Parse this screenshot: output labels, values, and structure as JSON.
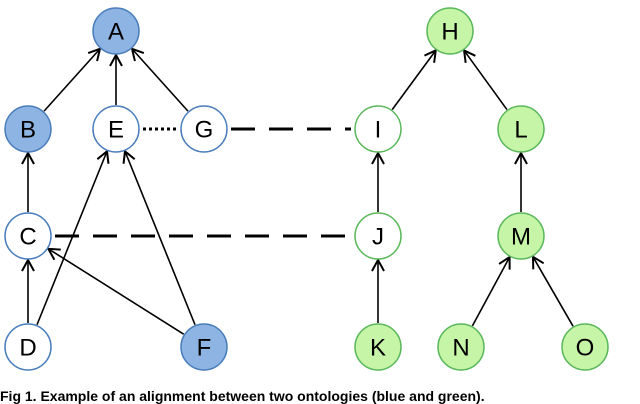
{
  "diagram": {
    "nodes": {
      "A": {
        "label": "A",
        "group": "blue",
        "filled": true
      },
      "B": {
        "label": "B",
        "group": "blue",
        "filled": true
      },
      "C": {
        "label": "C",
        "group": "blue",
        "filled": false
      },
      "D": {
        "label": "D",
        "group": "blue",
        "filled": false
      },
      "E": {
        "label": "E",
        "group": "blue",
        "filled": false
      },
      "F": {
        "label": "F",
        "group": "blue",
        "filled": true
      },
      "G": {
        "label": "G",
        "group": "blue",
        "filled": false
      },
      "H": {
        "label": "H",
        "group": "green",
        "filled": true
      },
      "I": {
        "label": "I",
        "group": "green",
        "filled": false
      },
      "J": {
        "label": "J",
        "group": "green",
        "filled": false
      },
      "K": {
        "label": "K",
        "group": "green",
        "filled": true
      },
      "L": {
        "label": "L",
        "group": "green",
        "filled": true
      },
      "M": {
        "label": "M",
        "group": "green",
        "filled": true
      },
      "N": {
        "label": "N",
        "group": "green",
        "filled": true
      },
      "O": {
        "label": "O",
        "group": "green",
        "filled": true
      }
    },
    "edges": [
      {
        "from": "B",
        "to": "A"
      },
      {
        "from": "E",
        "to": "A"
      },
      {
        "from": "G",
        "to": "A"
      },
      {
        "from": "C",
        "to": "B"
      },
      {
        "from": "D",
        "to": "C"
      },
      {
        "from": "F",
        "to": "C"
      },
      {
        "from": "D",
        "to": "E"
      },
      {
        "from": "F",
        "to": "E"
      },
      {
        "from": "I",
        "to": "H"
      },
      {
        "from": "L",
        "to": "H"
      },
      {
        "from": "J",
        "to": "I"
      },
      {
        "from": "K",
        "to": "J"
      },
      {
        "from": "M",
        "to": "L"
      },
      {
        "from": "N",
        "to": "M"
      },
      {
        "from": "O",
        "to": "M"
      }
    ],
    "alignments": [
      {
        "from": "E",
        "to": "G",
        "style": "dotted"
      },
      {
        "from": "G",
        "to": "I",
        "style": "dashed"
      },
      {
        "from": "C",
        "to": "J",
        "style": "dashed"
      }
    ],
    "colors": {
      "blue_fill": "#8eb4e3",
      "blue_stroke": "#4a7ebb",
      "green_fill": "#c6f5a8",
      "green_stroke": "#5cb85c",
      "edge": "#000000",
      "background": "#ffffff"
    }
  },
  "caption": "Fig 1. Example of an alignment between two ontologies (blue and green)."
}
